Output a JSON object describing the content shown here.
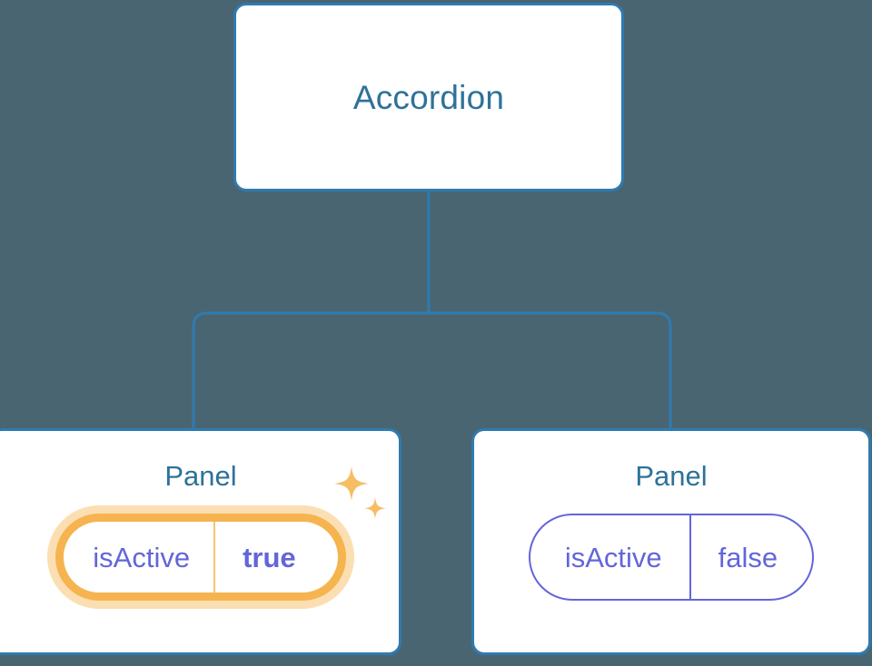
{
  "canvas": {
    "background_color": "#4a6572",
    "connector_color": "#2e7bb0"
  },
  "tree": {
    "root": {
      "title": "Accordion"
    },
    "children": [
      {
        "title": "Panel",
        "highlighted": true,
        "sparkle_icon": "sparkles-icon",
        "prop": {
          "key": "isActive",
          "value": "true"
        }
      },
      {
        "title": "Panel",
        "highlighted": false,
        "prop": {
          "key": "isActive",
          "value": "false"
        }
      }
    ]
  },
  "colors": {
    "card_border": "#2e7bb0",
    "card_title_text": "#2e7299",
    "prop_text": "#6366d8",
    "prop_border": "#6366d8",
    "highlight_border": "#f5b44f",
    "highlight_glow": "#fbdfb2",
    "sparkle": "#f7bd63"
  }
}
